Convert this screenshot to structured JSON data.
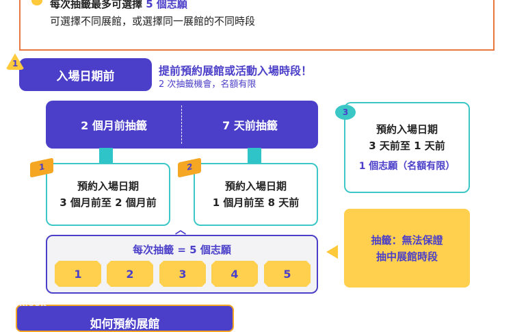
{
  "top_note": {
    "title_prefix": "每次抽籤最多可選擇 ",
    "title_highlight": "5 個志願",
    "subtitle": "可選擇不同展館，或選擇同一展館的不同時段"
  },
  "stage": {
    "badge": "1",
    "button": "入場日期前",
    "headline": "提前預約展館或活動入場時段！",
    "subline": "2 次抽籤機會，名額有限"
  },
  "lotteries": [
    {
      "header": "2 個月前抽籤",
      "badge": "1",
      "line1": "預約入場日期",
      "line2": "3 個月前至 2 個月前"
    },
    {
      "header": "7 天前抽籤",
      "badge": "2",
      "line1": "預約入場日期",
      "line2": "1 個月前至 8 天前"
    }
  ],
  "last_minute": {
    "badge": "3",
    "line1": "預約入場日期",
    "line2": "3 天前至 1 天前",
    "line3": "1 個志願（名額有限）"
  },
  "wishes": {
    "title": "每次抽籤 = 5 個志願",
    "tickets": [
      "1",
      "2",
      "3",
      "4",
      "5"
    ]
  },
  "warning": {
    "line1": "抽籤：無法保證",
    "line2": "抽中展館時段"
  },
  "bottom": {
    "title": "如何預約展館",
    "watermark": "klook"
  },
  "colors": {
    "purple": "#4b3fc9",
    "yellow": "#ffd04d",
    "teal": "#3cc7c7",
    "orange": "#e8773f"
  }
}
